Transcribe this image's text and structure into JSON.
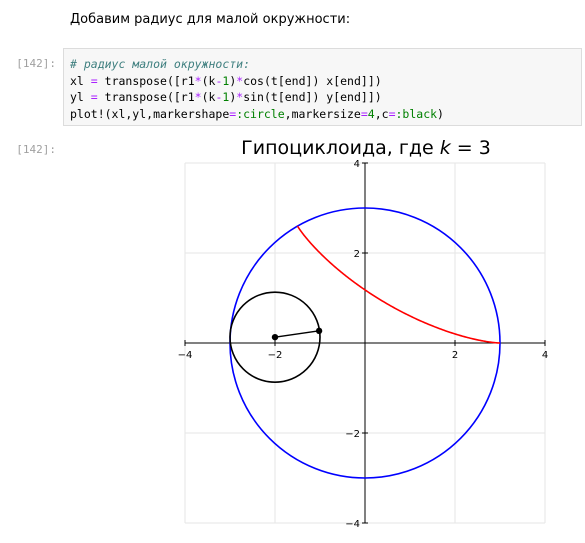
{
  "markdown_text": "Добавим радиус для малой окружности:",
  "input_prompt": "[142]:",
  "output_prompt": "[142]:",
  "code": {
    "line1_comment": "# радиус малой окружности:",
    "line2": {
      "a": "xl ",
      "op1": "=",
      "b": " transpose([r1",
      "op2": "*",
      "c": "(k",
      "op3": "-",
      "num": "1",
      "d": ")",
      "op4": "*",
      "e": "cos(t[end]) x[end]])"
    },
    "line3": {
      "a": "yl ",
      "op1": "=",
      "b": " transpose([r1",
      "op2": "*",
      "c": "(k",
      "op3": "-",
      "num": "1",
      "d": ")",
      "op4": "*",
      "e": "sin(t[end]) y[end]])"
    },
    "line4": {
      "a": "plot!(xl,yl,markershape",
      "eq1": "=",
      "sym1": ":circle",
      "b": ",markersize",
      "eq2": "=",
      "num": "4",
      "c": ",c",
      "eq3": "=",
      "sym2": ":black",
      "d": ")"
    }
  },
  "chart_data": {
    "type": "line",
    "title_text": "Гипоциклоида, где ",
    "title_var": "k",
    "title_eq": " = 3",
    "xlim": [
      -4,
      4
    ],
    "ylim": [
      -4,
      4
    ],
    "x_ticks": [
      "−4",
      "−2",
      "2",
      "4"
    ],
    "y_ticks": [
      "4",
      "2",
      "−2",
      "−4"
    ],
    "grid": true,
    "legend": "none",
    "series": [
      {
        "kind": "large-circle",
        "center": [
          0,
          0
        ],
        "radius": 3,
        "color": "#0000ff"
      },
      {
        "kind": "hypocycloid-arc",
        "R": 3,
        "k": 3,
        "t_range": [
          0,
          2.1
        ],
        "color": "#ff0000"
      },
      {
        "kind": "small-circle",
        "center": [
          -2,
          0.13
        ],
        "radius": 1,
        "color": "#000000"
      },
      {
        "kind": "radius-segment",
        "points": [
          [
            -2,
            0.13
          ],
          [
            -1.02,
            0.27
          ]
        ],
        "color": "#000000",
        "marker": "circle"
      }
    ]
  },
  "colors": {
    "comment": "#408080",
    "operator": "#aa22ff",
    "number": "#008000",
    "symbol": "#008000"
  }
}
